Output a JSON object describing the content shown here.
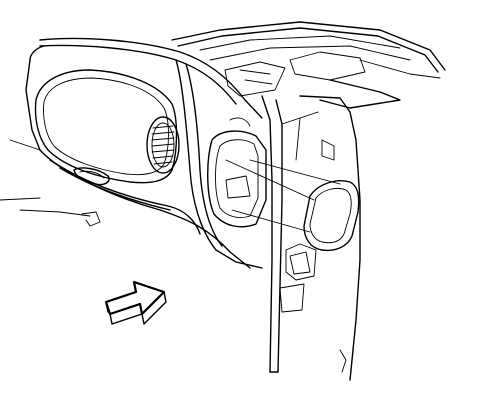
{
  "figure": {
    "background": "#ffffff",
    "line_color": "#000000",
    "parts": [
      "instrument-panel",
      "glove-box",
      "air-vent",
      "windshield-lower-edge",
      "door-pillar",
      "side-trim-panel",
      "lamp-assembly",
      "direction-arrow"
    ]
  }
}
